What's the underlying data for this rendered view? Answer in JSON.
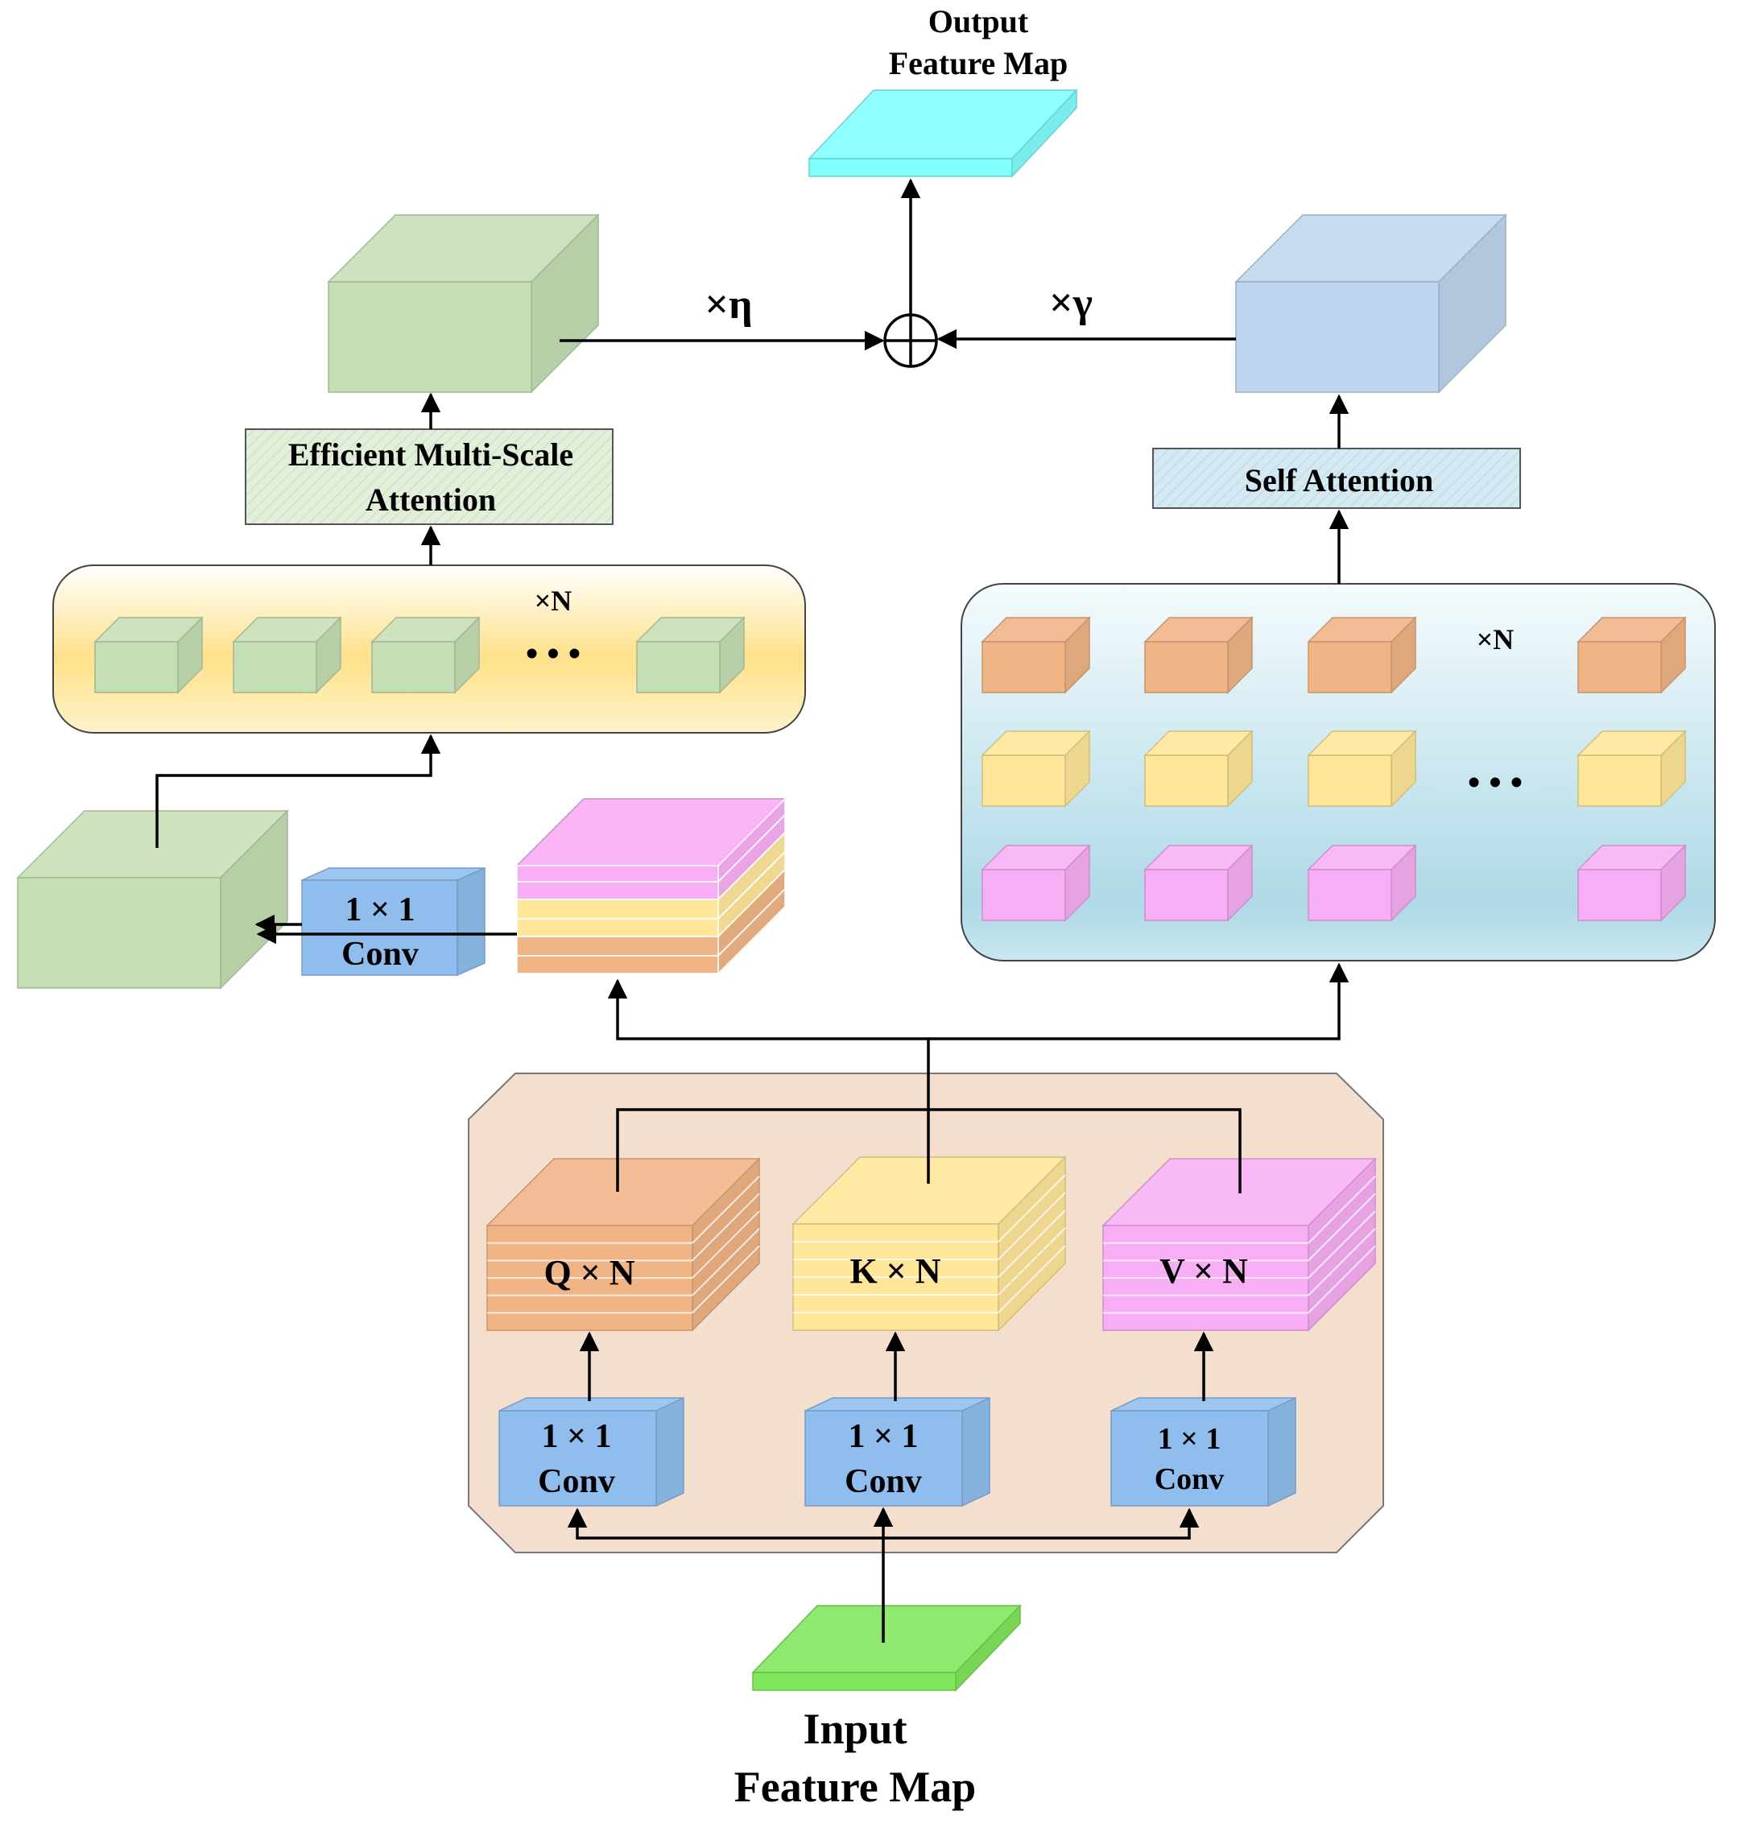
{
  "labels": {
    "output_line1": "Output",
    "output_line2": "Feature Map",
    "input_line1": "Input",
    "input_line2": "Feature Map",
    "eta": "×η",
    "gamma": "×γ",
    "emsa_line1": "Efficient Multi-Scale",
    "emsa_line2": "Attention",
    "self_attention": "Self Attention",
    "times_n": "×N",
    "ellipsis": "• • •",
    "q": "Q × N",
    "k": "K × N",
    "v": "V × N",
    "conv_top": "1 × 1",
    "conv_bottom": "Conv"
  },
  "colors": {
    "output_map": "#80FFFF",
    "input_map": "#80E65A",
    "green_cube": "#C5DFB4",
    "blue_cube": "#BDD6EE",
    "conv": "#8FBEEE",
    "q_orange": "#F0B485",
    "k_yellow": "#FFE699",
    "v_pink": "#F8AEF5",
    "module_bg": "#F4DECE",
    "emsa_box": "#E2EFDA",
    "sa_box": "#D4E9F2"
  }
}
